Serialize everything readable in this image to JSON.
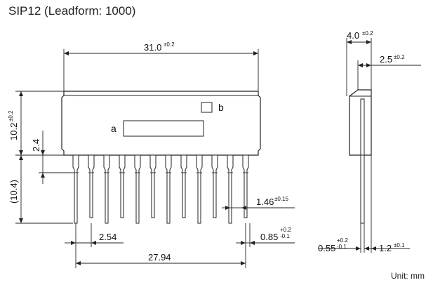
{
  "title": "SIP12 (Leadform: 1000)",
  "unit_label": "Unit: mm",
  "dimensions": {
    "overall_length": {
      "value": "31.0",
      "tol": "±0.2"
    },
    "body_height": {
      "value": "10.2",
      "tol": "±0.2"
    },
    "lead_offset": {
      "value": "2.4"
    },
    "lead_length": {
      "value": "(10.4)"
    },
    "lead_pitch": {
      "value": "2.54"
    },
    "lead_span": {
      "value": "27.94"
    },
    "lead_width_top": {
      "value": "1.46",
      "tol": "±0.15"
    },
    "lead_width_tip": {
      "value": "0.85",
      "tol_plus": "+0.2",
      "tol_minus": "-0.1"
    },
    "side_thickness": {
      "value": "4.0",
      "tol": "±0.2"
    },
    "side_body": {
      "value": "2.5",
      "tol": "±0.2"
    },
    "side_lead_thickness": {
      "value": "0.55",
      "tol_plus": "+0.2",
      "tol_minus": "-0.1"
    },
    "side_lead_offset": {
      "value": "1.2",
      "tol": "±0.1"
    }
  },
  "markers": {
    "a": "a",
    "b": "b"
  }
}
